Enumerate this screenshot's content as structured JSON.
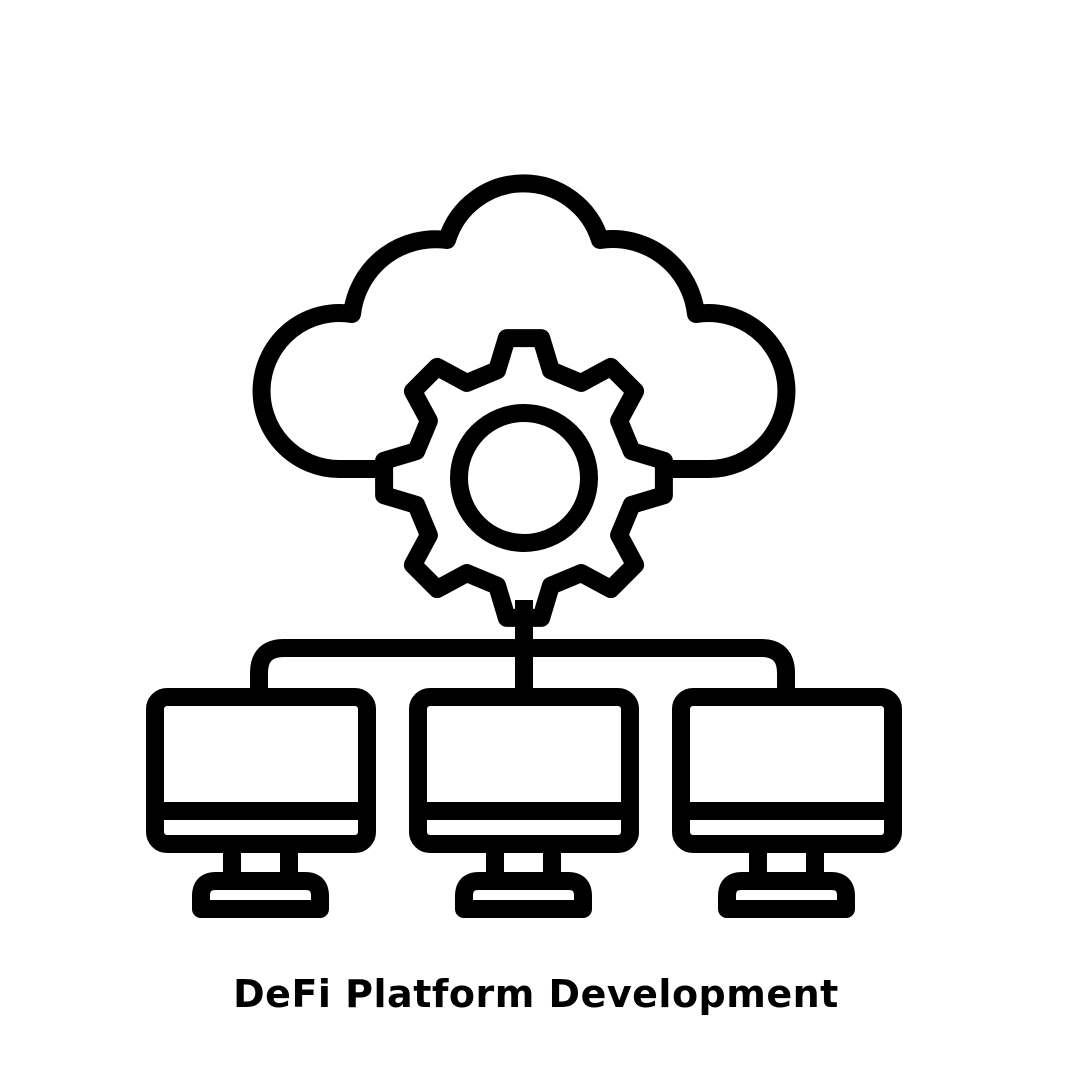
{
  "title": "DeFi Platform Development",
  "colors": {
    "stroke": "#000000",
    "background": "#ffffff"
  },
  "illustration": {
    "icons": [
      "cloud-icon",
      "gear-icon",
      "network-connector",
      "computer-monitor-icon"
    ],
    "monitor_count": 3
  }
}
